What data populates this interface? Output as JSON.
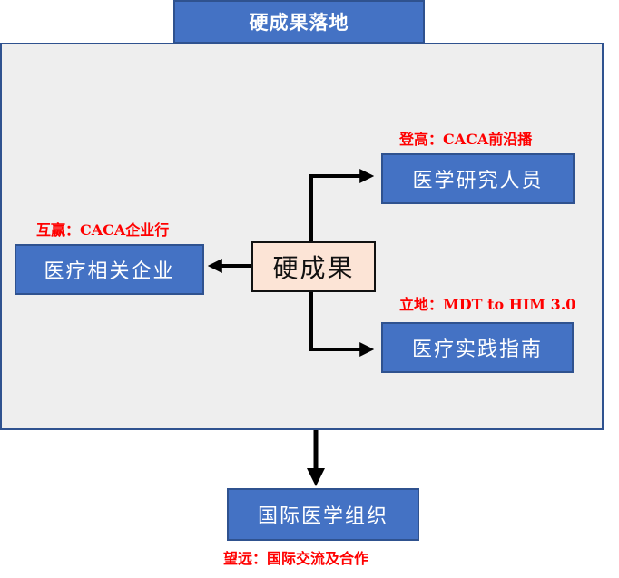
{
  "title": "硬成果落地",
  "center": "硬成果",
  "nodes": {
    "research": "医学研究人员",
    "enterprise": "医疗相关企业",
    "practice": "医疗实践指南",
    "international": "国际医学组织"
  },
  "labels": {
    "research": "登高：CACA前沿播",
    "enterprise": "互赢：CACA企业行",
    "practice": "立地：MDT to HIM 3.0",
    "international": "望远：国际交流及合作"
  },
  "colors": {
    "node_fill": "#4472c4",
    "node_border": "#2f528f",
    "center_fill": "#fce4d6",
    "panel_fill": "#eeeeee",
    "label_text": "#ff0000"
  }
}
